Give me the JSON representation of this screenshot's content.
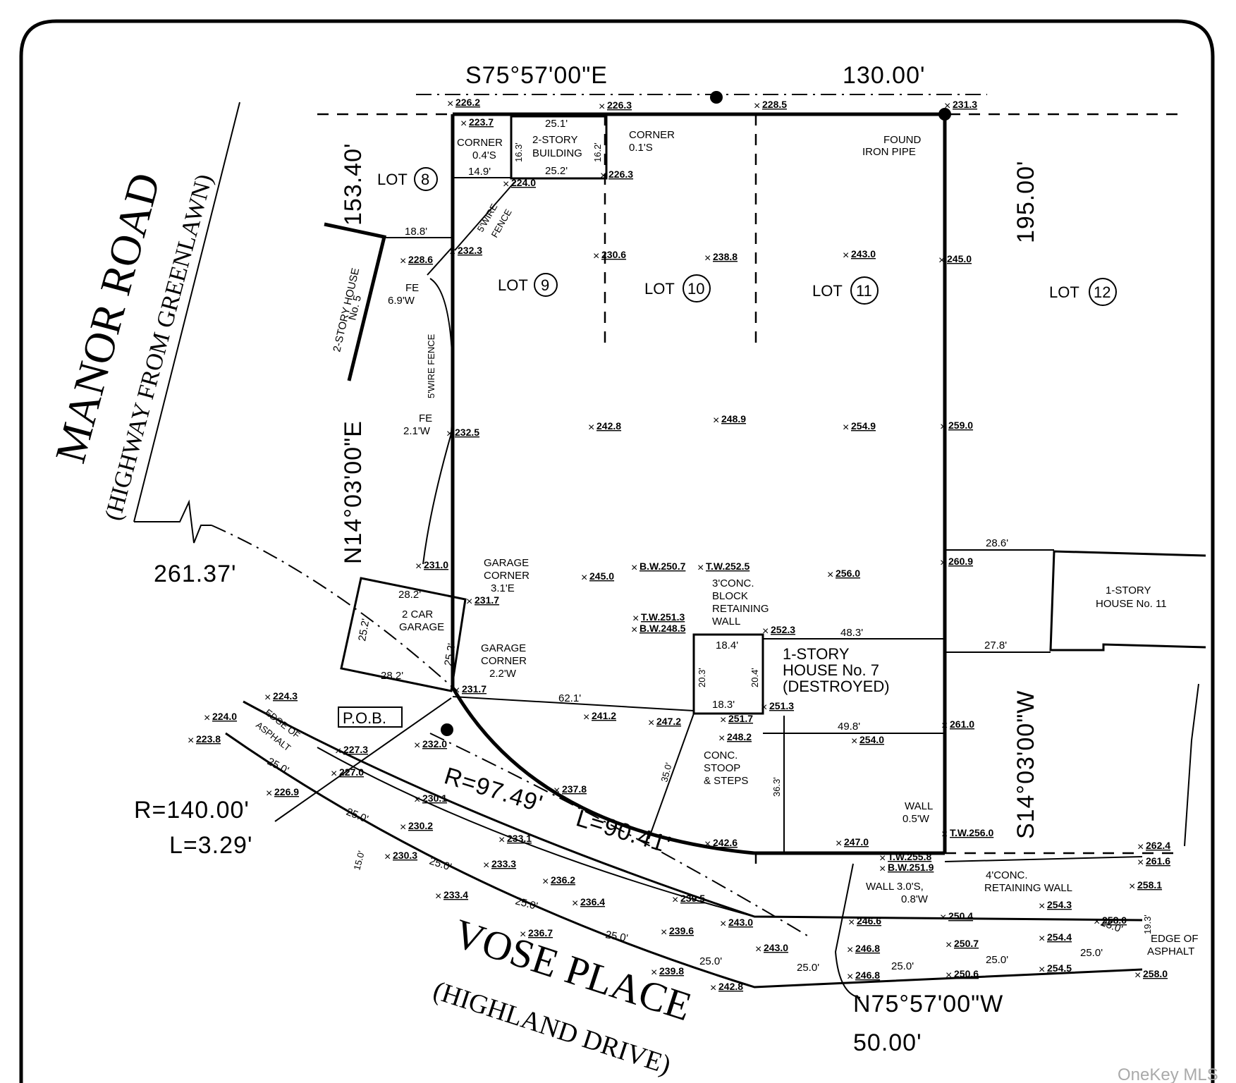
{
  "roads": {
    "manor_name": "MANOR ROAD",
    "manor_sub": "(HIGHWAY FROM GREENLAWN)",
    "vose_name": "VOSE PLACE",
    "vose_sub": "(HIGHLAND DRIVE)"
  },
  "bearings": {
    "north": "S75°57'00\"E",
    "north_dist": "130.00'",
    "west": "N14°03'00\"E",
    "west_dist": "153.40'",
    "east_dist": "195.00'",
    "east": "S14°03'00\"W",
    "south": "N75°57'00\"W",
    "south_dist": "50.00'",
    "tie_dist": "261.37'",
    "curve1_r": "R=140.00'",
    "curve1_l": "L=3.29'",
    "curve2_r": "R=97.49'",
    "curve2_l": "L=90.41'"
  },
  "lots": {
    "lot8": "LOT",
    "lot8_num": "8",
    "lot9": "LOT",
    "lot9_num": "9",
    "lot10": "LOT",
    "lot10_num": "10",
    "lot11": "LOT",
    "lot11_num": "11",
    "lot12": "LOT",
    "lot12_num": "12"
  },
  "structures": {
    "bldg_l1": "2-STORY",
    "bldg_l2": "BUILDING",
    "bldg_top": "25.1'",
    "bldg_bottom": "25.2'",
    "bldg_left": "16.3'",
    "bldg_right": "16.2'",
    "corner_l1": "CORNER",
    "corner_l2": "0.4'S",
    "corner2_l1": "CORNER",
    "corner2_l2": "0.1'S",
    "iron_l1": "FOUND",
    "iron_l2": "IRON PIPE",
    "house5_l1": "2-STORY HOUSE",
    "house5_l2": "No. 5",
    "garage_l1": "2 CAR",
    "garage_l2": "GARAGE",
    "garage_top": "28.2'",
    "garage_bottom": "28.2'",
    "garage_left": "25.2'",
    "garage_right": "25.2'",
    "gc1_l1": "GARAGE",
    "gc1_l2": "CORNER",
    "gc1_l3": "3.1'E",
    "gc2_l1": "GARAGE",
    "gc2_l2": "CORNER",
    "gc2_l3": "2.2'W",
    "house7_l1": "1-STORY",
    "house7_l2": "HOUSE No. 7",
    "house7_l3": "(DESTROYED)",
    "house7_top": "18.4'",
    "house7_bottom": "18.3'",
    "house7_left": "20.3'",
    "house7_right": "20.4'",
    "rw_l1": "3'CONC.",
    "rw_l2": "BLOCK",
    "rw_l3": "RETAINING",
    "rw_l4": "WALL",
    "stoop_l1": "CONC.",
    "stoop_l2": "STOOP",
    "stoop_l3": "& STEPS",
    "house11_l1": "1-STORY",
    "house11_l2": "HOUSE No. 11",
    "wall_l1": "WALL",
    "wall_l2": "0.5'W",
    "wall3_l1": "WALL 3.0'S,",
    "wall3_l2": "0.8'W",
    "rw4_l1": "4'CONC.",
    "rw4_l2": "RETAINING WALL",
    "fe1_l1": "FE",
    "fe1_l2": "6.9'W",
    "fe2_l1": "FE",
    "fe2_l2": "2.1'W",
    "wire1": "5'WIRE",
    "wire1b": "FENCE",
    "wire2": "5'WIRE FENCE",
    "asph1_l1": "EDGE OF",
    "asph1_l2": "ASPHALT",
    "asph2_l1": "EDGE OF",
    "asph2_l2": "ASPHALT",
    "pob": "P.O.B."
  },
  "dims": {
    "d149": "14.9'",
    "d188": "18.8'",
    "d621": "62.1'",
    "d483": "48.3'",
    "d498": "49.8'",
    "d286": "28.6'",
    "d278": "27.8'",
    "d350": "35.0'",
    "d363": "36.3'",
    "d150": "15.0'",
    "d193": "19.3'",
    "d250a": "25.0'",
    "d250b": "25.0'",
    "d250c": "25.0'",
    "d250d": "25.0'",
    "d250e": "25.0'",
    "d250f": "25.0'",
    "d250g": "25.0'",
    "d250h": "25.0'",
    "d250i": "25.0'",
    "d250j": "25.0'",
    "d250k": "25.0'"
  },
  "elevations": {
    "e1": "226.2",
    "e2": "223.7",
    "e3": "226.3",
    "e4": "228.5",
    "e5": "231.3",
    "e6": "224.0",
    "e7": "226.3",
    "e8": "232.3",
    "e9": "228.6",
    "e10": "230.6",
    "e11": "238.8",
    "e12": "243.0",
    "e13": "245.0",
    "e14": "232.5",
    "e15": "242.8",
    "e16": "248.9",
    "e17": "254.9",
    "e18": "259.0",
    "e19": "231.0",
    "e20": "231.7",
    "e21": "245.0",
    "e22": "B.W.250.7",
    "e23": "T.W.252.5",
    "e24": "256.0",
    "e25": "260.9",
    "e26": "T.W.251.3",
    "e27": "B.W.248.5",
    "e28": "252.3",
    "e29": "231.7",
    "e30": "241.2",
    "e31": "247.2",
    "e32": "251.3",
    "e33": "251.7",
    "e34": "248.2",
    "e35": "254.0",
    "e36": "261.0",
    "e37": "224.3",
    "e38": "224.0",
    "e39": "223.8",
    "e40": "227.3",
    "e41": "232.0",
    "e42": "227.0",
    "e43": "226.9",
    "e44": "230.1",
    "e45": "230.2",
    "e46": "230.3",
    "e47": "237.8",
    "e48": "233.1",
    "e49": "233.3",
    "e50": "233.4",
    "e51": "236.2",
    "e52": "236.4",
    "e53": "239.5",
    "e54": "236.7",
    "e55": "243.0",
    "e56": "239.6",
    "e57": "239.8",
    "e58": "243.0",
    "e59": "242.8",
    "e60": "242.6",
    "e61": "247.0",
    "e62": "T.W.256.0",
    "e63": "T.W.255.8",
    "e64": "B.W.251.9",
    "e65": "246.6",
    "e66": "246.8",
    "e67": "246.8",
    "e68": "250.4",
    "e69": "250.7",
    "e70": "250.6",
    "e71": "254.3",
    "e72": "254.4",
    "e73": "254.5",
    "e74": "262.4",
    "e75": "261.6",
    "e76": "258.1",
    "e77": "258.0",
    "e78": "258.0"
  },
  "watermark": "OneKey MLS"
}
